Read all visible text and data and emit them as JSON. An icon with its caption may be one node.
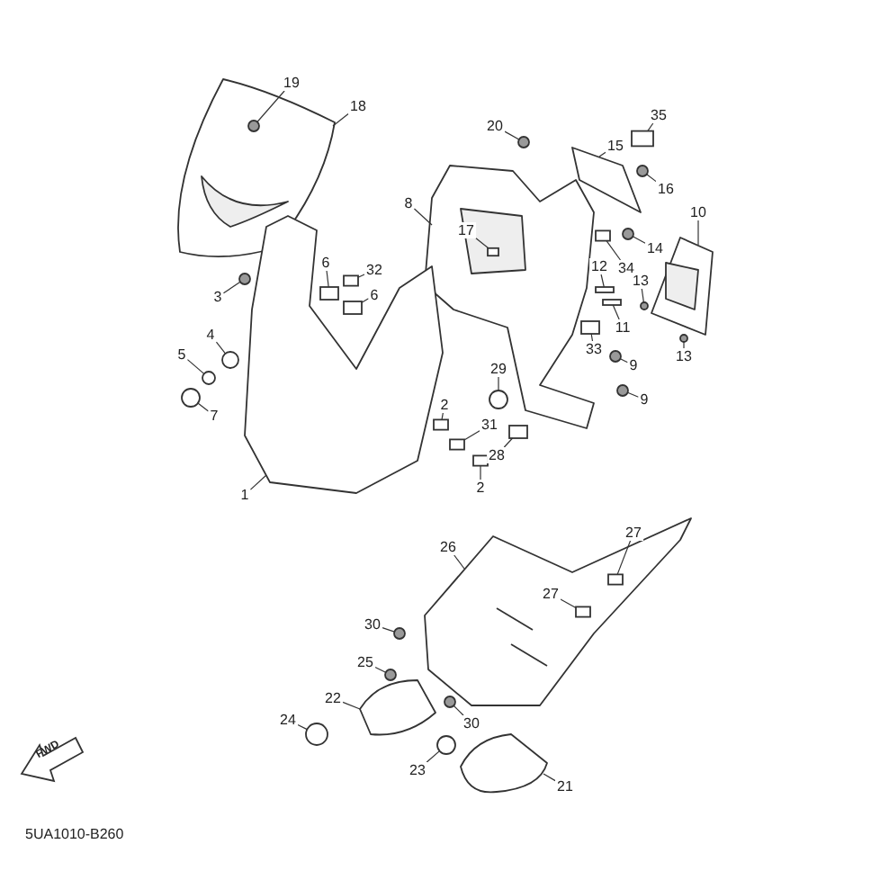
{
  "diagram": {
    "nodes": [
      {
        "text": [
          "19"
        ]
      },
      {
        "text": [
          "18"
        ]
      },
      {
        "text": [
          "35"
        ]
      },
      {
        "text": [
          "20"
        ]
      },
      {
        "text": [
          "15"
        ]
      },
      {
        "text": [
          "16"
        ]
      },
      {
        "text": [
          "8"
        ]
      },
      {
        "text": [
          "10"
        ]
      },
      {
        "text": [
          "17"
        ],
        "in": 47
      },
      {
        "text": [
          "14"
        ]
      },
      {
        "text": [
          "34"
        ]
      },
      {
        "text": [
          "32"
        ]
      },
      {
        "text": [
          "6"
        ]
      },
      {
        "text": [
          "12"
        ]
      },
      {
        "text": [
          "13"
        ]
      },
      {
        "text": [
          "6"
        ]
      },
      {
        "text": [
          "3"
        ]
      },
      {
        "text": [
          "11"
        ]
      },
      {
        "text": [
          "33"
        ]
      },
      {
        "text": [
          "13"
        ]
      },
      {
        "text": [
          "4"
        ]
      },
      {
        "text": [
          "9"
        ]
      },
      {
        "text": [
          "5"
        ]
      },
      {
        "text": [
          "29"
        ]
      },
      {
        "text": [
          "9"
        ]
      },
      {
        "text": [
          "2"
        ]
      },
      {
        "text": [
          "7"
        ]
      },
      {
        "text": [
          "31"
        ]
      },
      {
        "text": [
          "28"
        ]
      },
      {
        "text": [
          "2"
        ]
      },
      {
        "text": [
          "1"
        ]
      },
      {
        "text": [
          "26"
        ]
      },
      {
        "text": [
          "27"
        ]
      },
      {
        "text": [
          "27"
        ],
        "in": 72
      },
      {
        "text": [
          "30"
        ]
      },
      {
        "text": [
          "25"
        ]
      },
      {
        "text": [
          "30"
        ]
      },
      {
        "text": [
          "22"
        ]
      },
      {
        "text": [
          "24"
        ]
      },
      {
        "text": [
          "23"
        ]
      },
      {
        "text": [
          "21"
        ]
      },
      {
        "text": [],
        "shape": "picture"
      },
      {
        "text": [],
        "shape": "circle",
        "in": 41
      },
      {
        "text": [],
        "shape": "box"
      },
      {
        "text": [],
        "shape": "circle"
      },
      {
        "text": [],
        "shape": "picture"
      },
      {
        "text": [],
        "shape": "circle"
      },
      {
        "text": [],
        "shape": "picture"
      },
      {
        "text": [],
        "shape": "picture"
      },
      {
        "text": [],
        "shape": "box",
        "in": 47
      },
      {
        "text": [],
        "shape": "circle"
      },
      {
        "text": [],
        "shape": "box"
      },
      {
        "text": [],
        "shape": "box"
      },
      {
        "text": [],
        "shape": "box"
      },
      {
        "text": [],
        "shape": "bar"
      },
      {
        "text": [],
        "shape": "circle"
      },
      {
        "text": [],
        "shape": "box"
      },
      {
        "text": [],
        "shape": "circle"
      },
      {
        "text": [],
        "shape": "bar"
      },
      {
        "text": [],
        "shape": "box"
      },
      {
        "text": [],
        "shape": "circle"
      },
      {
        "text": [],
        "shape": "circle"
      },
      {
        "text": [],
        "shape": "circle"
      },
      {
        "text": [],
        "shape": "circle"
      },
      {
        "text": [],
        "shape": "circle"
      },
      {
        "text": [],
        "shape": "circle"
      },
      {
        "text": [],
        "shape": "box"
      },
      {
        "text": [],
        "shape": "circle"
      },
      {
        "text": [],
        "shape": "box"
      },
      {
        "text": [],
        "shape": "box"
      },
      {
        "text": [],
        "shape": "box"
      },
      {
        "text": [],
        "shape": "picture"
      },
      {
        "text": [],
        "shape": "picture"
      },
      {
        "text": [],
        "shape": "box",
        "in": 72
      },
      {
        "text": [],
        "shape": "box",
        "in": 72
      },
      {
        "text": [],
        "shape": "circle"
      },
      {
        "text": [],
        "shape": "circle"
      },
      {
        "text": [],
        "shape": "circle"
      },
      {
        "text": [],
        "shape": "picture"
      },
      {
        "text": [],
        "shape": "circle"
      },
      {
        "text": [],
        "shape": "circle"
      },
      {
        "text": [],
        "shape": "picture"
      }
    ],
    "edges": [
      {
        "from": 0,
        "to": 42,
        "arrow": "none"
      },
      {
        "from": 1,
        "to": 41,
        "arrow": "none"
      },
      {
        "from": 2,
        "to": 43,
        "arrow": "none"
      },
      {
        "from": 3,
        "to": 44,
        "arrow": "none"
      },
      {
        "from": 4,
        "to": 45,
        "arrow": "none"
      },
      {
        "from": 5,
        "to": 46,
        "arrow": "none"
      },
      {
        "from": 6,
        "to": 47,
        "arrow": "none"
      },
      {
        "from": 7,
        "to": 48,
        "arrow": "none"
      },
      {
        "from": 8,
        "to": 49,
        "arrow": "none"
      },
      {
        "from": 9,
        "to": 50,
        "arrow": "none"
      },
      {
        "from": 10,
        "to": 51,
        "arrow": "none"
      },
      {
        "from": 11,
        "to": 52,
        "arrow": "none"
      },
      {
        "from": 12,
        "to": 53,
        "arrow": "none"
      },
      {
        "from": 13,
        "to": 54,
        "arrow": "none"
      },
      {
        "from": 14,
        "to": 55,
        "arrow": "none"
      },
      {
        "from": 15,
        "to": 56,
        "arrow": "none"
      },
      {
        "from": 16,
        "to": 57,
        "arrow": "none"
      },
      {
        "from": 17,
        "to": 58,
        "arrow": "none"
      },
      {
        "from": 18,
        "to": 59,
        "arrow": "none"
      },
      {
        "from": 19,
        "to": 60,
        "arrow": "none"
      },
      {
        "from": 20,
        "to": 61,
        "arrow": "none"
      },
      {
        "from": 21,
        "to": 62,
        "arrow": "none"
      },
      {
        "from": 22,
        "to": 63,
        "arrow": "none"
      },
      {
        "from": 23,
        "to": 64,
        "arrow": "none"
      },
      {
        "from": 24,
        "to": 65,
        "arrow": "none"
      },
      {
        "from": 25,
        "to": 66,
        "arrow": "none"
      },
      {
        "from": 26,
        "to": 67,
        "arrow": "none"
      },
      {
        "from": 27,
        "to": 68,
        "arrow": "none"
      },
      {
        "from": 28,
        "to": 69,
        "arrow": "none"
      },
      {
        "from": 29,
        "to": 70,
        "arrow": "none"
      },
      {
        "from": 30,
        "to": 71,
        "arrow": "none"
      },
      {
        "from": 31,
        "to": 72,
        "arrow": "none"
      },
      {
        "from": 32,
        "to": 73,
        "arrow": "none"
      },
      {
        "from": 33,
        "to": 74,
        "arrow": "none"
      },
      {
        "from": 34,
        "to": 75,
        "arrow": "none"
      },
      {
        "from": 35,
        "to": 76,
        "arrow": "none"
      },
      {
        "from": 36,
        "to": 77,
        "arrow": "none"
      },
      {
        "from": 37,
        "to": 78,
        "arrow": "none"
      },
      {
        "from": 38,
        "to": 79,
        "arrow": "none"
      },
      {
        "from": 39,
        "to": 80,
        "arrow": "none"
      },
      {
        "from": 40,
        "to": 81,
        "arrow": "none"
      }
    ],
    "labels": [
      "FWD",
      "5UA1010-B260"
    ]
  }
}
